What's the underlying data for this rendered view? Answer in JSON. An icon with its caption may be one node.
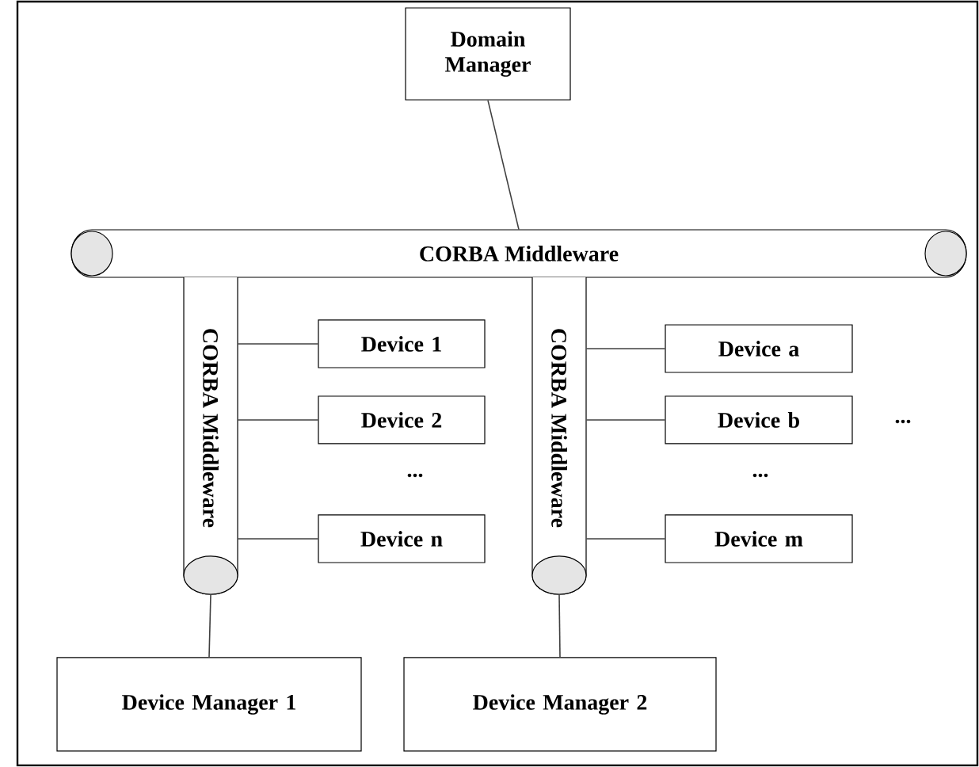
{
  "diagram": {
    "nodes": [
      {
        "text": [
          "Domain Manager"
        ]
      },
      {
        "text": [
          "CORBA Middleware"
        ]
      },
      {
        "text": [
          "CORBA Middleware"
        ]
      },
      {
        "text": [
          "Device 1"
        ]
      },
      {
        "text": [
          "Device 2"
        ]
      },
      {
        "text": [
          "Device n"
        ]
      },
      {
        "text": [
          "CORBA Middleware"
        ]
      },
      {
        "text": [
          "Device a"
        ]
      },
      {
        "text": [
          "Device b"
        ]
      },
      {
        "text": [
          "Device m"
        ]
      },
      {
        "text": [
          "Device Manager 1"
        ]
      },
      {
        "text": [
          "Device Manager 2"
        ]
      }
    ],
    "edges": [
      {
        "from": 0,
        "to": 1,
        "arrow": "none"
      },
      {
        "from": 2,
        "to": 3,
        "arrow": "none"
      },
      {
        "from": 2,
        "to": 4,
        "arrow": "none"
      },
      {
        "from": 2,
        "to": 5,
        "arrow": "none"
      },
      {
        "from": 6,
        "to": 7,
        "arrow": "none"
      },
      {
        "from": 6,
        "to": 8,
        "arrow": "none"
      },
      {
        "from": 6,
        "to": 9,
        "arrow": "none"
      },
      {
        "from": 2,
        "to": 10,
        "arrow": "none"
      },
      {
        "from": 6,
        "to": 11,
        "arrow": "none"
      }
    ],
    "labels": [
      "...",
      "...",
      "..."
    ]
  }
}
